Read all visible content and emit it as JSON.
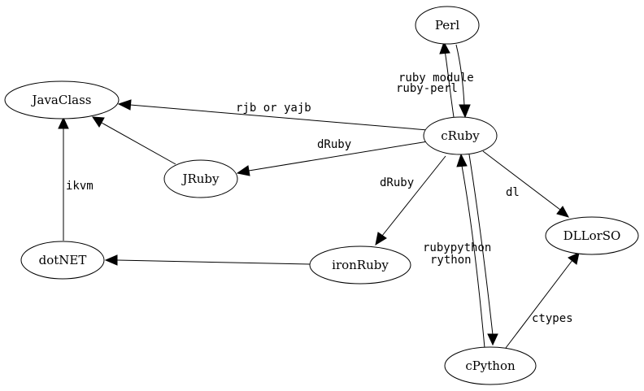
{
  "diagram": {
    "type": "directed-graph",
    "nodes": [
      {
        "id": "Perl",
        "label": "Perl"
      },
      {
        "id": "JavaClass",
        "label": "JavaClass"
      },
      {
        "id": "cRuby",
        "label": "cRuby"
      },
      {
        "id": "JRuby",
        "label": "JRuby"
      },
      {
        "id": "dotNET",
        "label": "dotNET"
      },
      {
        "id": "ironRuby",
        "label": "ironRuby"
      },
      {
        "id": "DLLorSO",
        "label": "DLLorSO"
      },
      {
        "id": "cPython",
        "label": "cPython"
      }
    ],
    "edges": [
      {
        "from": "cRuby",
        "to": "Perl",
        "label": "ruby module"
      },
      {
        "from": "Perl",
        "to": "cRuby",
        "label": "ruby-perl"
      },
      {
        "from": "cRuby",
        "to": "JavaClass",
        "label": "rjb or yajb"
      },
      {
        "from": "JRuby",
        "to": "JavaClass",
        "label": ""
      },
      {
        "from": "cRuby",
        "to": "JRuby",
        "label": "dRuby"
      },
      {
        "from": "dotNET",
        "to": "JavaClass",
        "label": "ikvm"
      },
      {
        "from": "cRuby",
        "to": "ironRuby",
        "label": "dRuby"
      },
      {
        "from": "ironRuby",
        "to": "dotNET",
        "label": ""
      },
      {
        "from": "cRuby",
        "to": "DLLorSO",
        "label": "dl"
      },
      {
        "from": "cPython",
        "to": "cRuby",
        "label": "rython"
      },
      {
        "from": "cRuby",
        "to": "cPython",
        "label": "rubypython"
      },
      {
        "from": "cPython",
        "to": "DLLorSO",
        "label": "ctypes"
      }
    ]
  }
}
